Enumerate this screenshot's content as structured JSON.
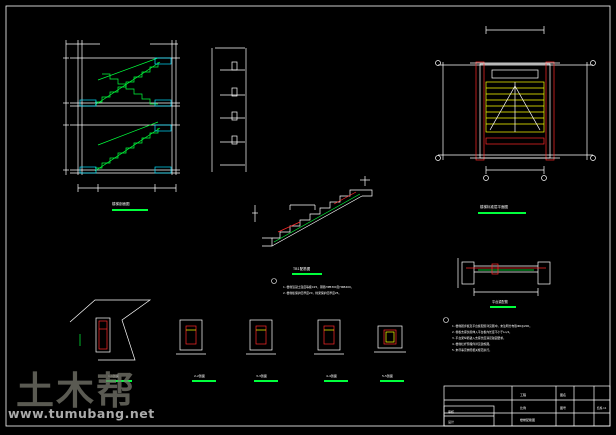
{
  "drawing": {
    "background": "#000000",
    "line_colors": {
      "main": "#ffffff",
      "green": "#00ff3c",
      "red": "#ff2a2a",
      "cyan": "#00e0ff",
      "magenta": "#ff3cff",
      "yellow": "#ffff00"
    }
  },
  "views": {
    "section": {
      "title": "楼梯剖面图"
    },
    "plan": {
      "title": "楼梯标准层平面图"
    },
    "flight": {
      "title": "TB1配筋图"
    },
    "detail": {
      "title": "平台梁配筋"
    },
    "sections": [
      {
        "title": "1-1剖面"
      },
      {
        "title": "2-2剖面"
      },
      {
        "title": "3-3剖面"
      },
      {
        "title": "4-4剖面"
      },
      {
        "title": "5-5剖面"
      }
    ]
  },
  "notes": {
    "mid": [
      "1. 楼梯混凝土强度等级C25，钢筋HPB300及HRB400。",
      "2. 楼梯板保护层厚度20，梯梁保护层厚度25。"
    ],
    "right": [
      "1. 楼梯踏步板及平台板配筋详见图中，未注明分布筋Φ6@200。",
      "2. 梯板支座负筋伸入平台板内长度不小于Ln/4。",
      "3. 平台梁纵筋锚入支座长度满足锚固要求。",
      "4. 楼梯栏杆预埋件详见建施图。",
      "5. 未尽事宜参照相关规范执行。"
    ]
  },
  "title_block": {
    "project_label": "工程",
    "drawing_label": "图名",
    "number_label": "图号",
    "scale_label": "比例",
    "drawing_name": "楼梯配筋图",
    "sheet_no": "结施-11",
    "review_label": "审核",
    "design_label": "设计"
  },
  "watermark": {
    "logo": "土木帮",
    "url": "www.tumubang.net"
  }
}
